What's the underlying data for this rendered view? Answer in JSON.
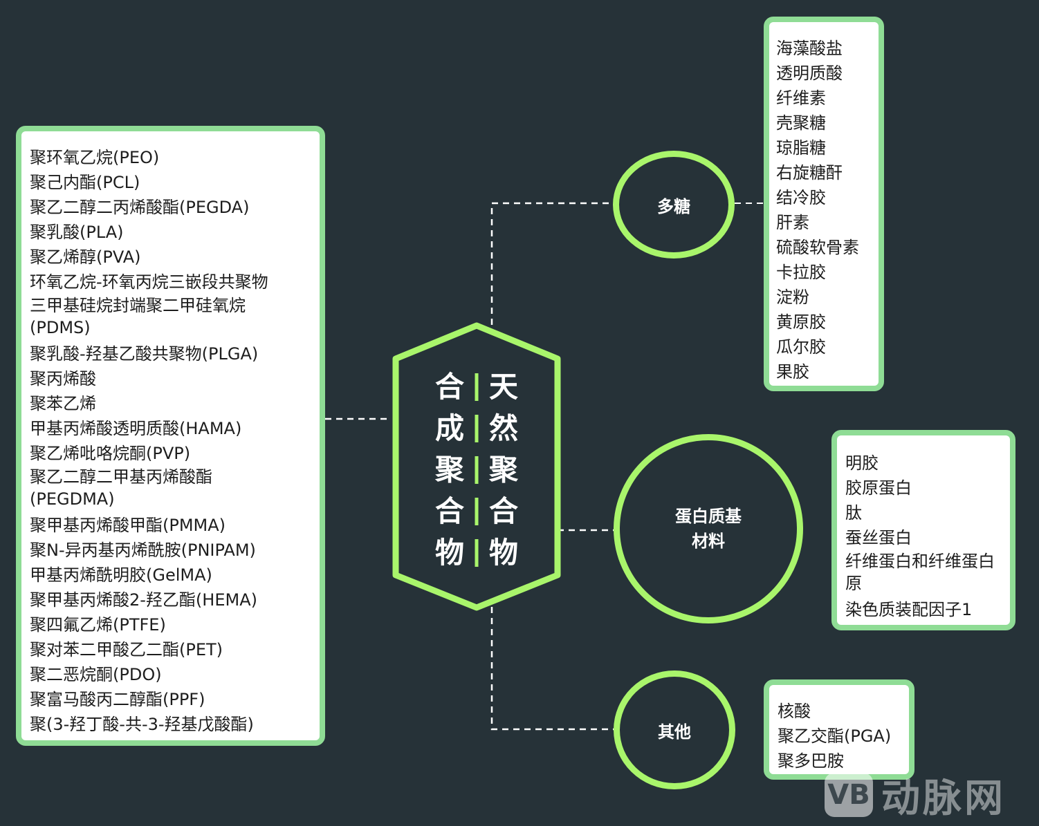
{
  "center": {
    "left_column": [
      "合",
      "成",
      "聚",
      "合",
      "物"
    ],
    "right_column": [
      "天",
      "然",
      "聚",
      "合",
      "物"
    ]
  },
  "synthetic_list": [
    "聚环氧乙烷(PEO)",
    "聚己内酯(PCL)",
    "聚乙二醇二丙烯酸酯(PEGDA)",
    "聚乳酸(PLA)",
    "聚乙烯醇(PVA)",
    "环氧乙烷-环氧丙烷三嵌段共聚物",
    "三甲基硅烷封端聚二甲硅氧烷(PDMS)",
    "聚乳酸-羟基乙酸共聚物(PLGA)",
    "聚丙烯酸",
    "聚苯乙烯",
    "甲基丙烯酸透明质酸(HAMA)",
    "聚乙烯吡咯烷酮(PVP)",
    "聚乙二醇二甲基丙烯酸酯(PEGDMA)",
    "聚甲基丙烯酸甲酯(PMMA)",
    "聚N-异丙基丙烯酰胺(PNIPAM)",
    "甲基丙烯酰明胶(GelMA)",
    "聚甲基丙烯酸2-羟乙酯(HEMA)",
    "聚四氟乙烯(PTFE)",
    "聚对苯二甲酸乙二酯(PET)",
    "聚二恶烷酮(PDO)",
    "聚富马酸丙二醇酯(PPF)",
    "聚(3-羟丁酸-共-3-羟基戊酸酯)"
  ],
  "categories": {
    "polysaccharide": {
      "label": "多糖",
      "items": [
        "海藻酸盐",
        "透明质酸",
        "纤维素",
        "壳聚糖",
        "琼脂糖",
        "右旋糖酐",
        "结冷胶",
        "肝素",
        "硫酸软骨素",
        "卡拉胶",
        "淀粉",
        "黄原胶",
        "瓜尔胶",
        "果胶"
      ]
    },
    "protein": {
      "label_line1": "蛋白质基",
      "label_line2": "材料",
      "items": [
        "明胶",
        "胶原蛋白",
        "肽",
        "蚕丝蛋白",
        "纤维蛋白和纤维蛋白原",
        "染色质装配因子1"
      ]
    },
    "other": {
      "label": "其他",
      "items": [
        "核酸",
        "聚乙交酯(PGA)",
        "聚多巴胺"
      ]
    }
  },
  "colors": {
    "background": "#263238",
    "box_border": "#8fdc95",
    "node_border": "#a9f56b",
    "connector": "#ffffff"
  },
  "watermark": {
    "logo": "VB",
    "text": "动脉网"
  }
}
